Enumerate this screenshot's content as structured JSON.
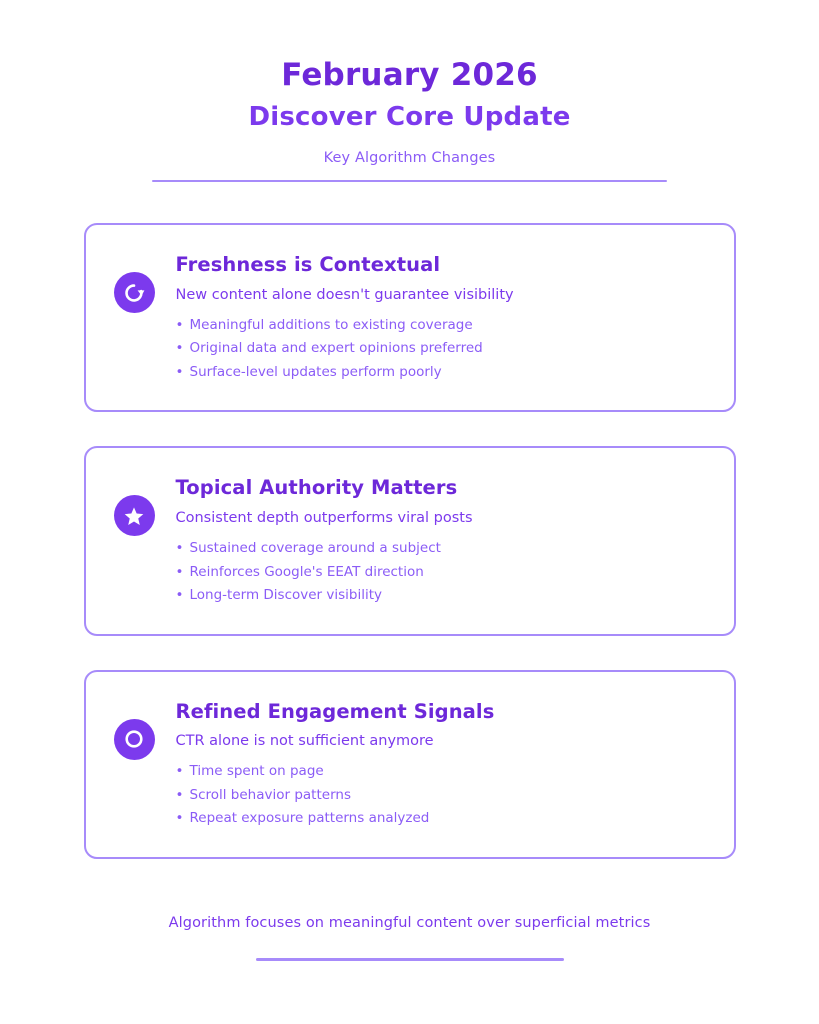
{
  "theme": {
    "background": "#ffffff",
    "accent_deep": "#6d28d9",
    "accent": "#7c3aed",
    "accent_light": "#8b5cf6",
    "border": "#a78bfa",
    "icon_glyph": "#ffffff"
  },
  "header": {
    "title": "February 2026",
    "subtitle": "Discover Core Update",
    "kicker": "Key Algorithm Changes"
  },
  "cards": [
    {
      "icon": "refresh-icon",
      "title": "Freshness is Contextual",
      "subtitle": "New content alone doesn't guarantee visibility",
      "bullets": [
        "Meaningful additions to existing coverage",
        "Original data and expert opinions preferred",
        "Surface-level updates perform poorly"
      ]
    },
    {
      "icon": "star-icon",
      "title": "Topical Authority Matters",
      "subtitle": "Consistent depth outperforms viral posts",
      "bullets": [
        "Sustained coverage around a subject",
        "Reinforces Google's EEAT direction",
        "Long-term Discover visibility"
      ]
    },
    {
      "icon": "target-ring-icon",
      "title": "Refined Engagement Signals",
      "subtitle": "CTR alone is not sufficient anymore",
      "bullets": [
        "Time spent on page",
        "Scroll behavior patterns",
        "Repeat exposure patterns analyzed"
      ]
    }
  ],
  "bullet_marker": "•",
  "footer": {
    "text": "Algorithm focuses on meaningful content over superficial metrics"
  }
}
